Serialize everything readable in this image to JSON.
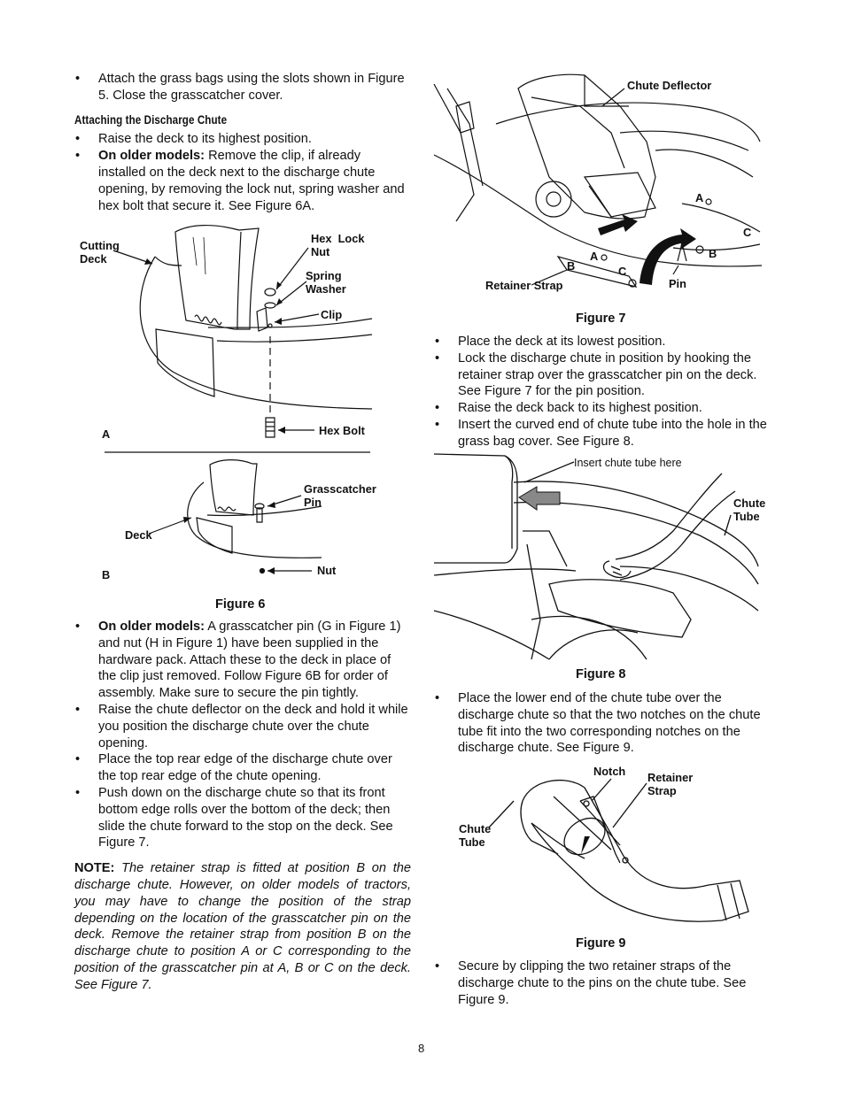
{
  "left": {
    "p1": "Attach the grass bags using the slots shown in Figure 5. Close the grasscatcher cover.",
    "heading": "Attaching the Discharge Chute",
    "b1": "Raise the deck to its highest position.",
    "b2_bold": "On older models:",
    "b2_text": " Remove the clip, if already installed on the deck next to the discharge chute opening, by removing the lock nut, spring washer and hex bolt that secure it. See Figure 6A.",
    "b3_bold": "On older models:",
    "b3_text": " A grasscatcher pin (G in Figure 1) and nut (H in Figure 1) have been supplied in the hardware pack. Attach these to the deck in place of the clip just removed. Follow Figure 6B for order of assembly. Make sure to secure the pin tightly.",
    "b4": "Raise the chute deflector on the deck and hold it while you position the discharge chute over the chute opening.",
    "b5": "Place the top rear edge of the discharge chute over the top rear edge of the chute opening.",
    "b6": "Push down on the discharge chute so that its front bottom edge rolls over the bottom of the deck; then slide the chute forward to the stop on the deck. See Figure 7.",
    "note_label": "NOTE:",
    "note_text": " The retainer strap is fitted at position B on the discharge chute. However, on older models of tractors, you may have to change the position of the strap depending on the location of the grasscatcher pin on the deck. Remove the retainer strap from position B on the discharge chute to position A or C corresponding to the position of the grasscatcher pin at A, B or C on the deck. See Figure 7."
  },
  "fig6": {
    "caption": "Figure 6",
    "cutting_deck": "Cutting\nDeck",
    "hex_lock_nut": "Hex  Lock\nNut",
    "spring_washer": "Spring\nWasher",
    "clip": "Clip",
    "hex_bolt": "Hex  Bolt",
    "a": "A",
    "grasscatcher_pin": "Grasscatcher\nPin",
    "deck": "Deck",
    "nut": "Nut",
    "b": "B"
  },
  "fig7": {
    "caption": "Figure 7",
    "chute_deflector": "Chute Deflector",
    "a1": "A",
    "a2": "A",
    "b1": "B",
    "b2": "B",
    "c1": "C",
    "c2": "C",
    "retainer_strap": "Retainer Strap",
    "pin": "Pin"
  },
  "right": {
    "b1": "Place the deck at its lowest position.",
    "b2": "Lock the discharge chute in position by hooking the retainer strap over the grasscatcher pin on the deck. See Figure 7 for the pin position.",
    "b3": "Raise the deck back to its highest position.",
    "b4": "Insert the curved end of chute tube into the hole in the grass bag cover. See Figure 8.",
    "b5": "Place the lower end of the chute tube over the discharge chute so that the two notches on the chute tube fit into the two corresponding notches on the discharge chute. See Figure 9.",
    "b6": "Secure by clipping the two retainer straps of the discharge chute to the pins on the chute tube. See Figure 9."
  },
  "fig8": {
    "caption": "Figure 8",
    "insert": "Insert chute tube here",
    "chute_tube": "Chute\nTube"
  },
  "fig9": {
    "caption": "Figure 9",
    "notch": "Notch",
    "retainer_strap": "Retainer\nStrap",
    "chute_tube": "Chute\nTube"
  },
  "page_number": "8"
}
